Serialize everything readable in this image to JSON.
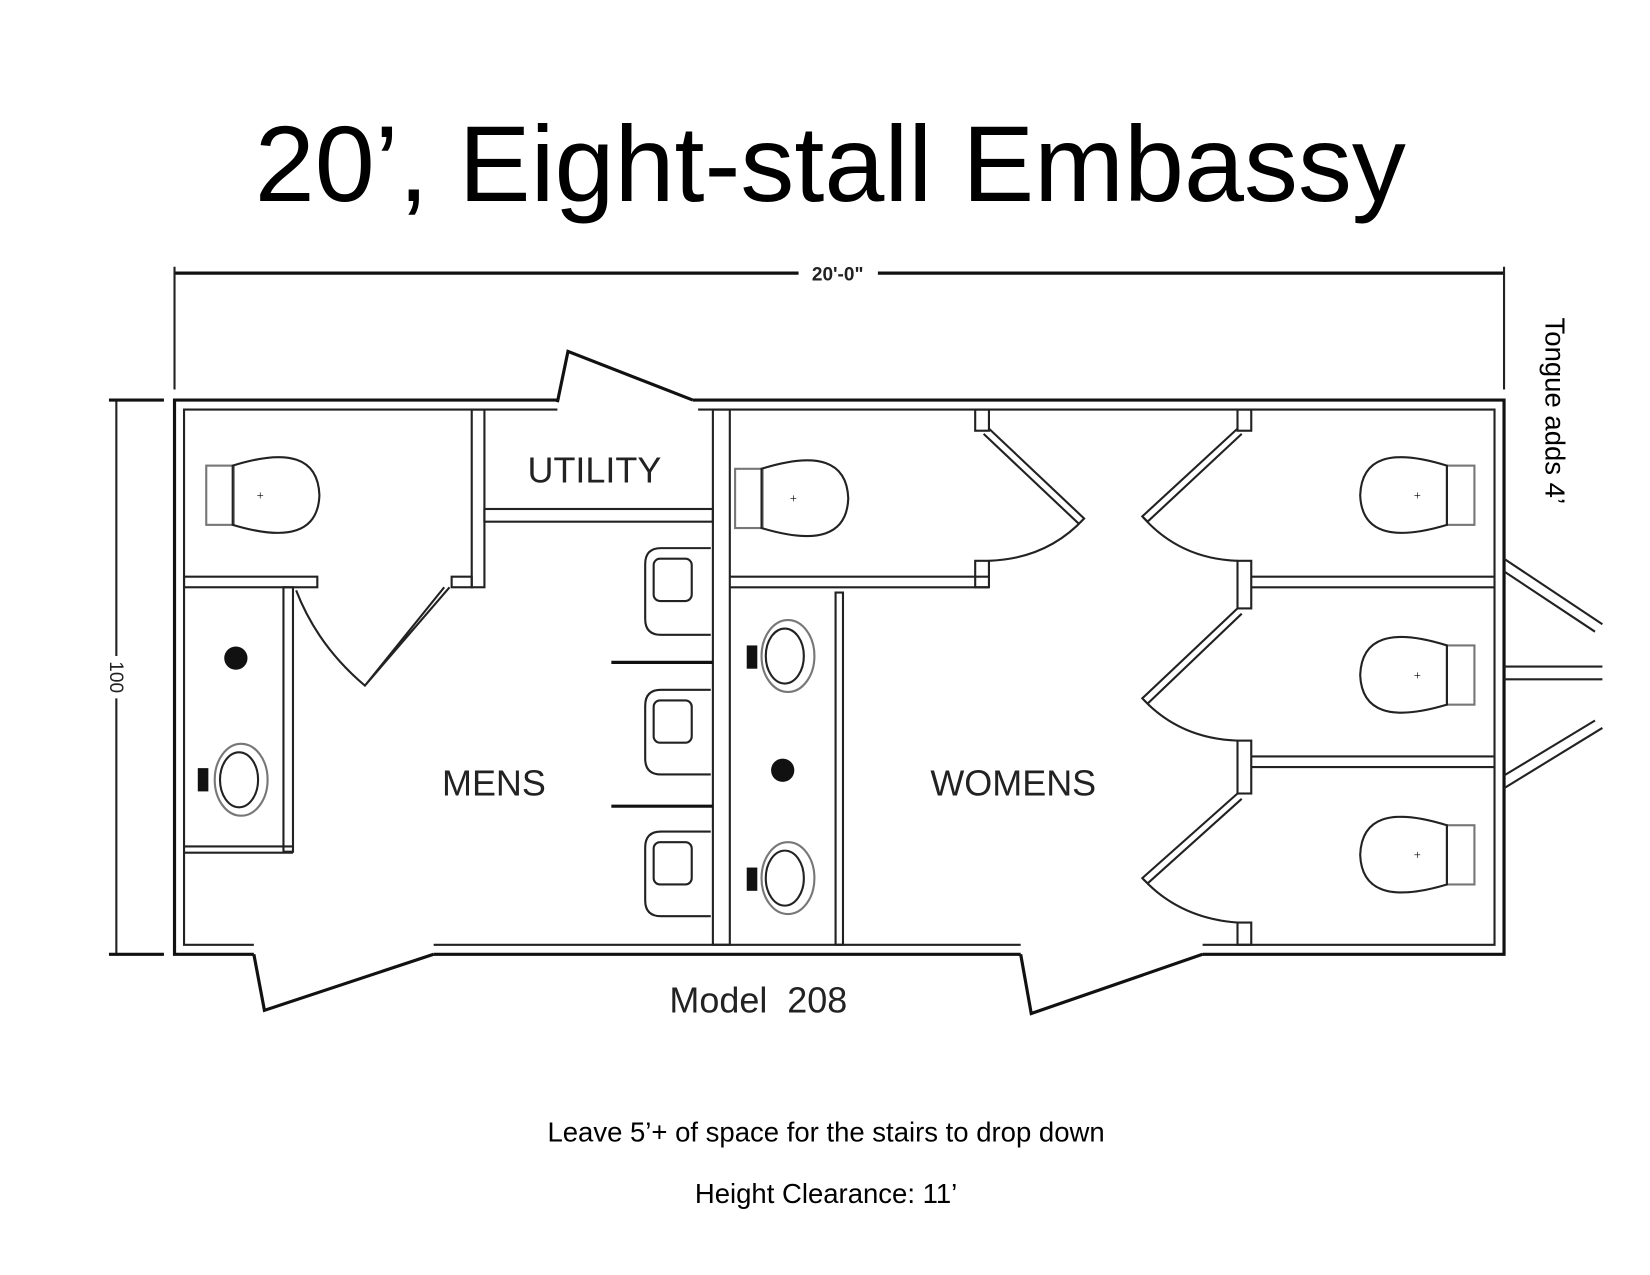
{
  "title": "20’, Eight-stall Embassy",
  "plan": {
    "width_dimension": "20'-0\"",
    "depth_dimension": "100",
    "rooms": {
      "utility": "UTILITY",
      "mens": "MENS",
      "womens": "WOMENS"
    },
    "model": "Model  208",
    "tongue_note": "Tongue adds 4’"
  },
  "notes": {
    "stairs": "Leave 5’+ of space for the stairs to drop down",
    "height": "Height Clearance: 11’"
  }
}
